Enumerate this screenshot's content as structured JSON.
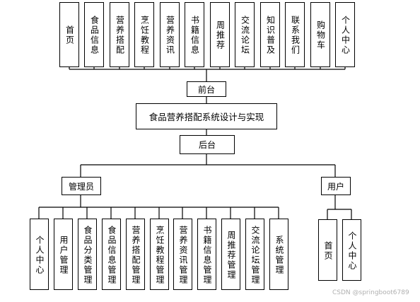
{
  "frontend": {
    "modules": [
      "首页",
      "食品信息",
      "营养搭配",
      "烹饪教程",
      "营养资讯",
      "书籍信息",
      "周推荐",
      "交流论坛",
      "知识普及",
      "联系我们",
      "购物车",
      "个人中心"
    ]
  },
  "nodes": {
    "frontend_label": "前台",
    "system_title": "食品营养搭配系统设计与实现",
    "backend_label": "后台",
    "admin_label": "管理员",
    "user_label": "用户"
  },
  "admin": {
    "modules": [
      "个人中心",
      "用户管理",
      "食品分类管理",
      "食品信息管理",
      "营养搭配管理",
      "烹饪教程管理",
      "营养资讯管理",
      "书籍信息管理",
      "周推荐管理",
      "交流论坛管理",
      "系统管理"
    ]
  },
  "user": {
    "modules": [
      "首页",
      "个人中心"
    ]
  },
  "watermark": "CSDN @springboot6789"
}
